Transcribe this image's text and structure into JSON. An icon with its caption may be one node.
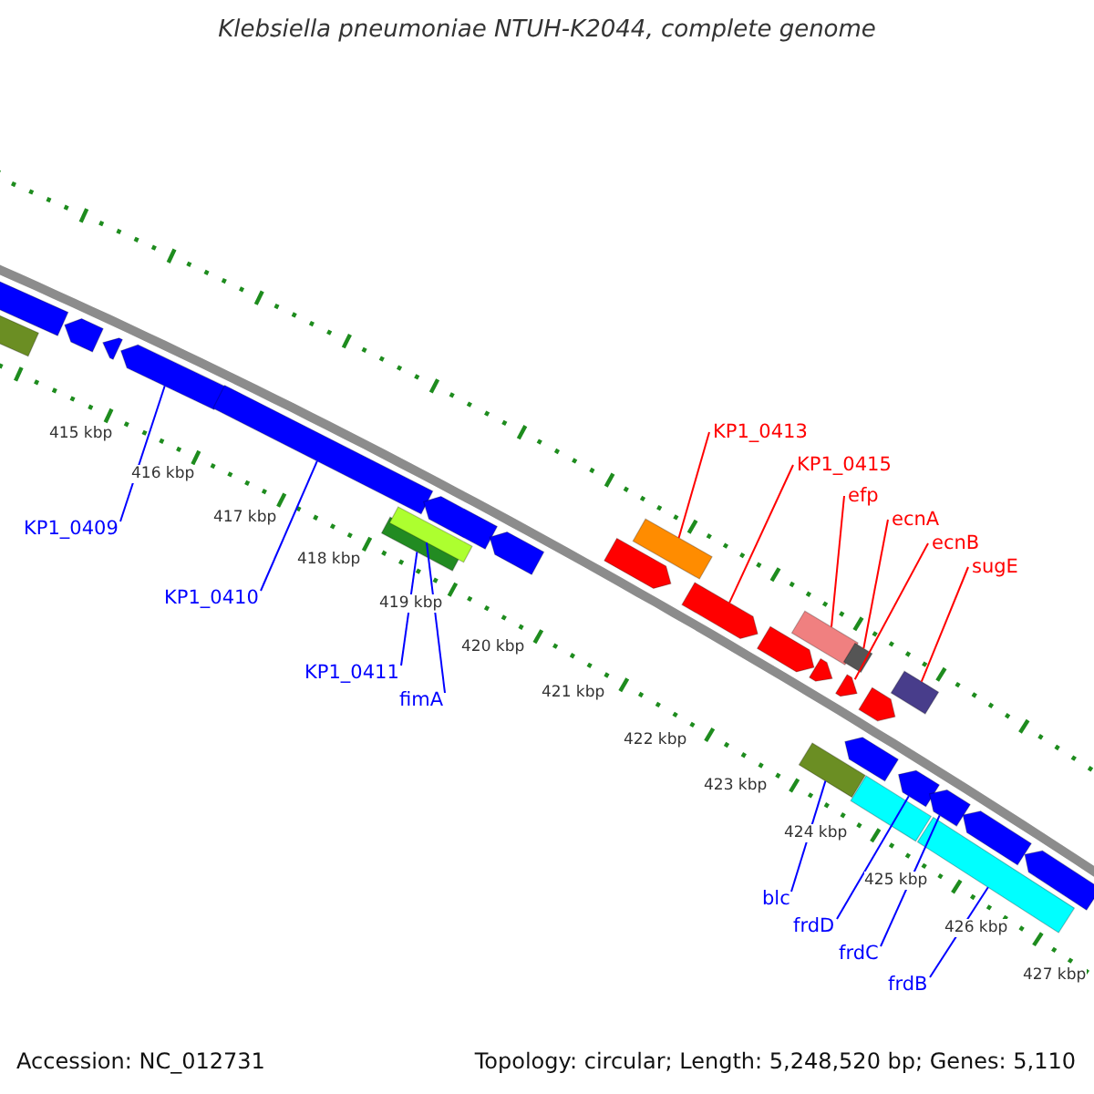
{
  "diagram": {
    "title": "Klebsiella pneumoniae NTUH-K2044, complete genome",
    "nodes": [
      {
        "text": [],
        "shape": "bar"
      },
      {
        "text": [],
        "shape": "bar"
      },
      {
        "text": [],
        "shape": "bar"
      },
      {
        "text": [],
        "shape": "bar"
      },
      {
        "text": [],
        "shape": "bar"
      },
      {
        "text": [],
        "shape": "bar"
      },
      {
        "text": [],
        "shape": "bar"
      },
      {
        "text": [],
        "shape": "bar"
      },
      {
        "text": [],
        "shape": "bar"
      },
      {
        "text": [],
        "shape": "bar"
      },
      {
        "text": [],
        "shape": "bar"
      },
      {
        "text": [],
        "shape": "bar"
      },
      {
        "text": [],
        "shape": "bar"
      },
      {
        "text": [],
        "shape": "bar"
      },
      {
        "text": [],
        "shape": "bar"
      },
      {
        "text": [],
        "shape": "bar"
      },
      {
        "text": [],
        "shape": "bar"
      },
      {
        "text": [],
        "shape": "bar"
      },
      {
        "text": [],
        "shape": "bar"
      },
      {
        "text": [],
        "shape": "bar"
      },
      {
        "text": [],
        "shape": "bar"
      },
      {
        "text": [],
        "shape": "bar"
      },
      {
        "text": [],
        "shape": "bar"
      },
      {
        "text": [],
        "shape": "bar"
      },
      {
        "text": [],
        "shape": "bar"
      },
      {
        "text": [],
        "shape": "bar"
      },
      {
        "text": [],
        "shape": "bar"
      },
      {
        "text": [],
        "shape": "bar"
      },
      {
        "text": [
          "KP1_0409"
        ]
      },
      {
        "text": [
          "KP1_0410"
        ]
      },
      {
        "text": [
          "KP1_0411"
        ]
      },
      {
        "text": [
          "fimA"
        ]
      },
      {
        "text": [
          "KP1_0413"
        ]
      },
      {
        "text": [
          "KP1_0415"
        ]
      },
      {
        "text": [
          "efp"
        ]
      },
      {
        "text": [
          "ecnA"
        ]
      },
      {
        "text": [
          "ecnB"
        ]
      },
      {
        "text": [
          "sugE"
        ]
      },
      {
        "text": [
          "blc"
        ]
      },
      {
        "text": [
          "frdD"
        ]
      },
      {
        "text": [
          "frdC"
        ]
      },
      {
        "text": [
          "frdB"
        ]
      }
    ],
    "edges": [
      {
        "from": 28,
        "to": 4,
        "arrow": "none"
      },
      {
        "from": 29,
        "to": 5,
        "arrow": "none"
      },
      {
        "from": 30,
        "to": 6,
        "arrow": "none"
      },
      {
        "from": 31,
        "to": 7,
        "arrow": "none"
      },
      {
        "from": 32,
        "to": 11,
        "arrow": "none",
        "color": "#ff0000"
      },
      {
        "from": 33,
        "to": 12,
        "arrow": "none",
        "color": "#ff0000"
      },
      {
        "from": 34,
        "to": 14,
        "arrow": "none",
        "color": "#ff0000"
      },
      {
        "from": 35,
        "to": 16,
        "arrow": "none",
        "color": "#ff0000"
      },
      {
        "from": 36,
        "to": 17,
        "arrow": "none",
        "color": "#ff0000"
      },
      {
        "from": 37,
        "to": 19,
        "arrow": "none",
        "color": "#ff0000"
      },
      {
        "from": 38,
        "to": 21,
        "arrow": "none"
      },
      {
        "from": 39,
        "to": 22,
        "arrow": "none"
      },
      {
        "from": 40,
        "to": 23,
        "arrow": "none"
      },
      {
        "from": 41,
        "to": 25,
        "arrow": "none"
      }
    ],
    "labels": [
      "415 kbp",
      "416 kbp",
      "417 kbp",
      "418 kbp",
      "419 kbp",
      "420 kbp",
      "421 kbp",
      "422 kbp",
      "423 kbp",
      "424 kbp",
      "425 kbp",
      "426 kbp",
      "427 kbp",
      "Accession: NC_012731",
      "Topology: circular; Length: 5,248,520 bp; Genes: 5,110"
    ]
  }
}
